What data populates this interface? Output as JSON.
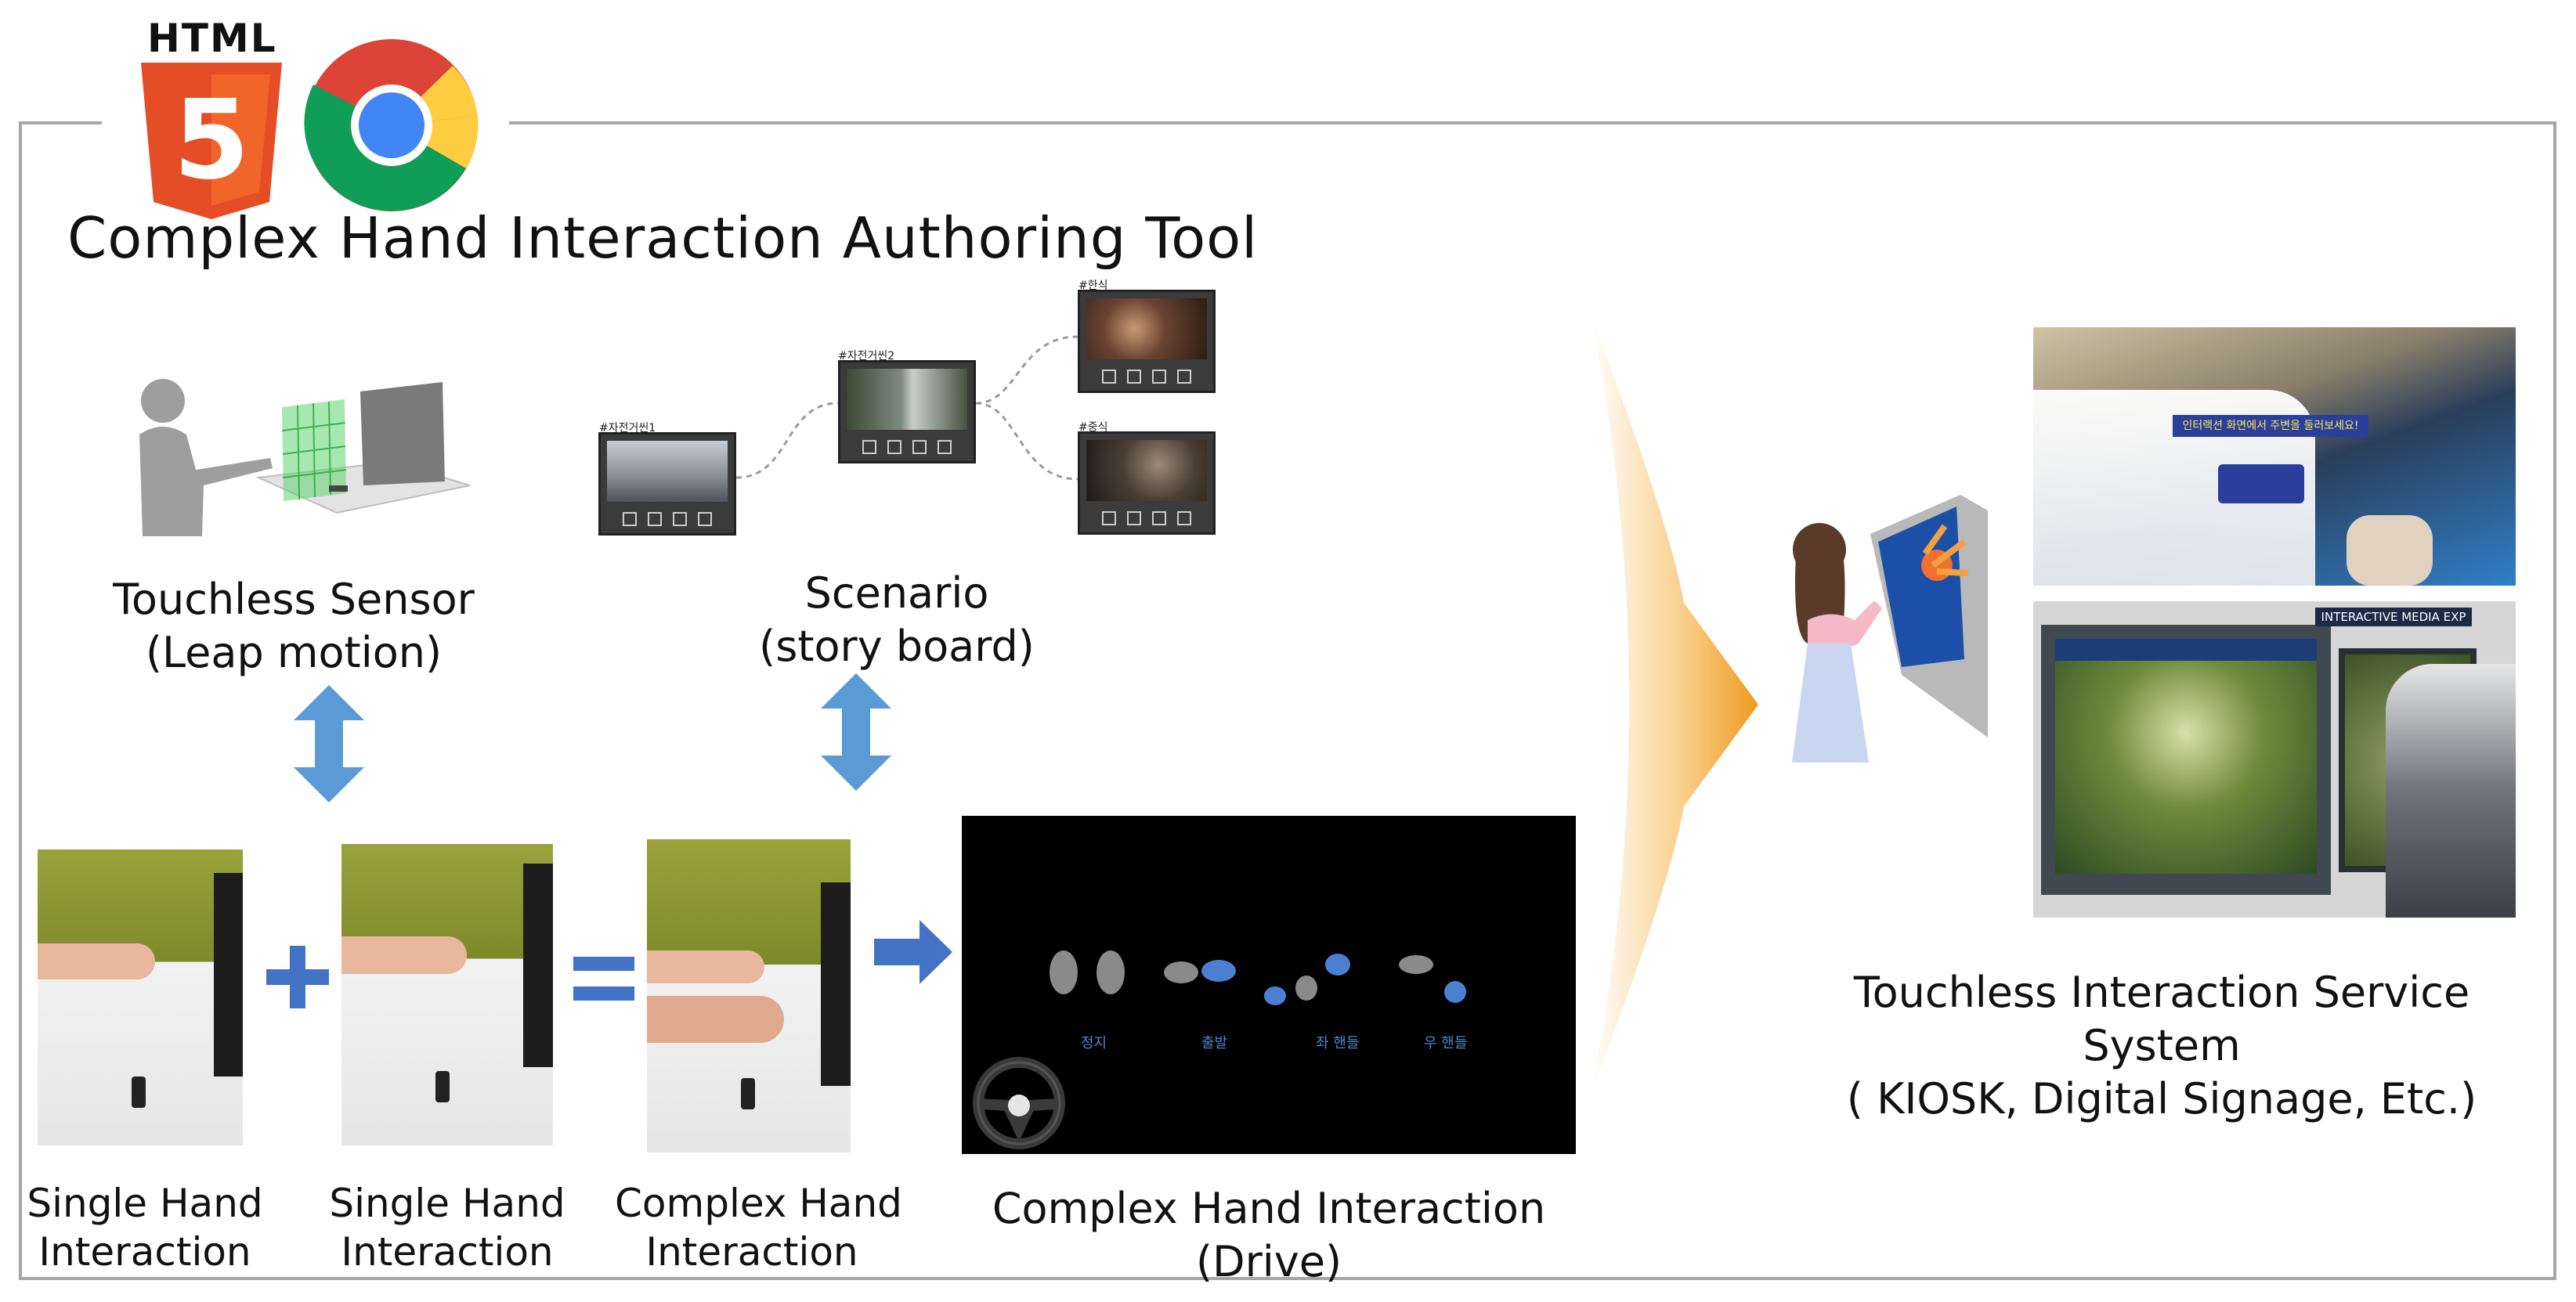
{
  "logos": {
    "html5_text": "HTML",
    "html5_number": "5"
  },
  "title": "Complex Hand Interaction Authoring Tool",
  "sensor": {
    "line1": "Touchless Sensor",
    "line2": "(Leap motion)"
  },
  "scenario": {
    "line1": "Scenario",
    "line2": "(story board)"
  },
  "storyboard": {
    "cards": [
      {
        "tag": "#자전거씬1"
      },
      {
        "tag": "#자전거씬2"
      },
      {
        "tag": "#한식"
      },
      {
        "tag": "#중식"
      }
    ]
  },
  "interactions": {
    "single1": {
      "line1": "Single Hand",
      "line2": "Interaction"
    },
    "single2": {
      "line1": "Single Hand",
      "line2": "Interaction"
    },
    "complex": {
      "line1": "Complex Hand",
      "line2": "Interaction"
    },
    "drive": {
      "line1": "Complex Hand Interaction",
      "line2": "(Drive)"
    }
  },
  "drive_gestures": [
    "정지",
    "출발",
    "좌 핸들",
    "우 핸들"
  ],
  "service": {
    "line1": "Touchless Interaction Service",
    "line2": "System",
    "line3": "( KIOSK, Digital Signage, Etc.)"
  },
  "kiosk_top_caption": "인터랙션 화면에서 주변을 둘러보세요!",
  "kiosk_badge": "INTERACTIVE MEDIA EXP",
  "colors": {
    "frame": "#a6a6a6",
    "arrow_blue": "#5b9bd5",
    "arrow_orange": "#f0a030",
    "html5_orange": "#e44d26"
  }
}
